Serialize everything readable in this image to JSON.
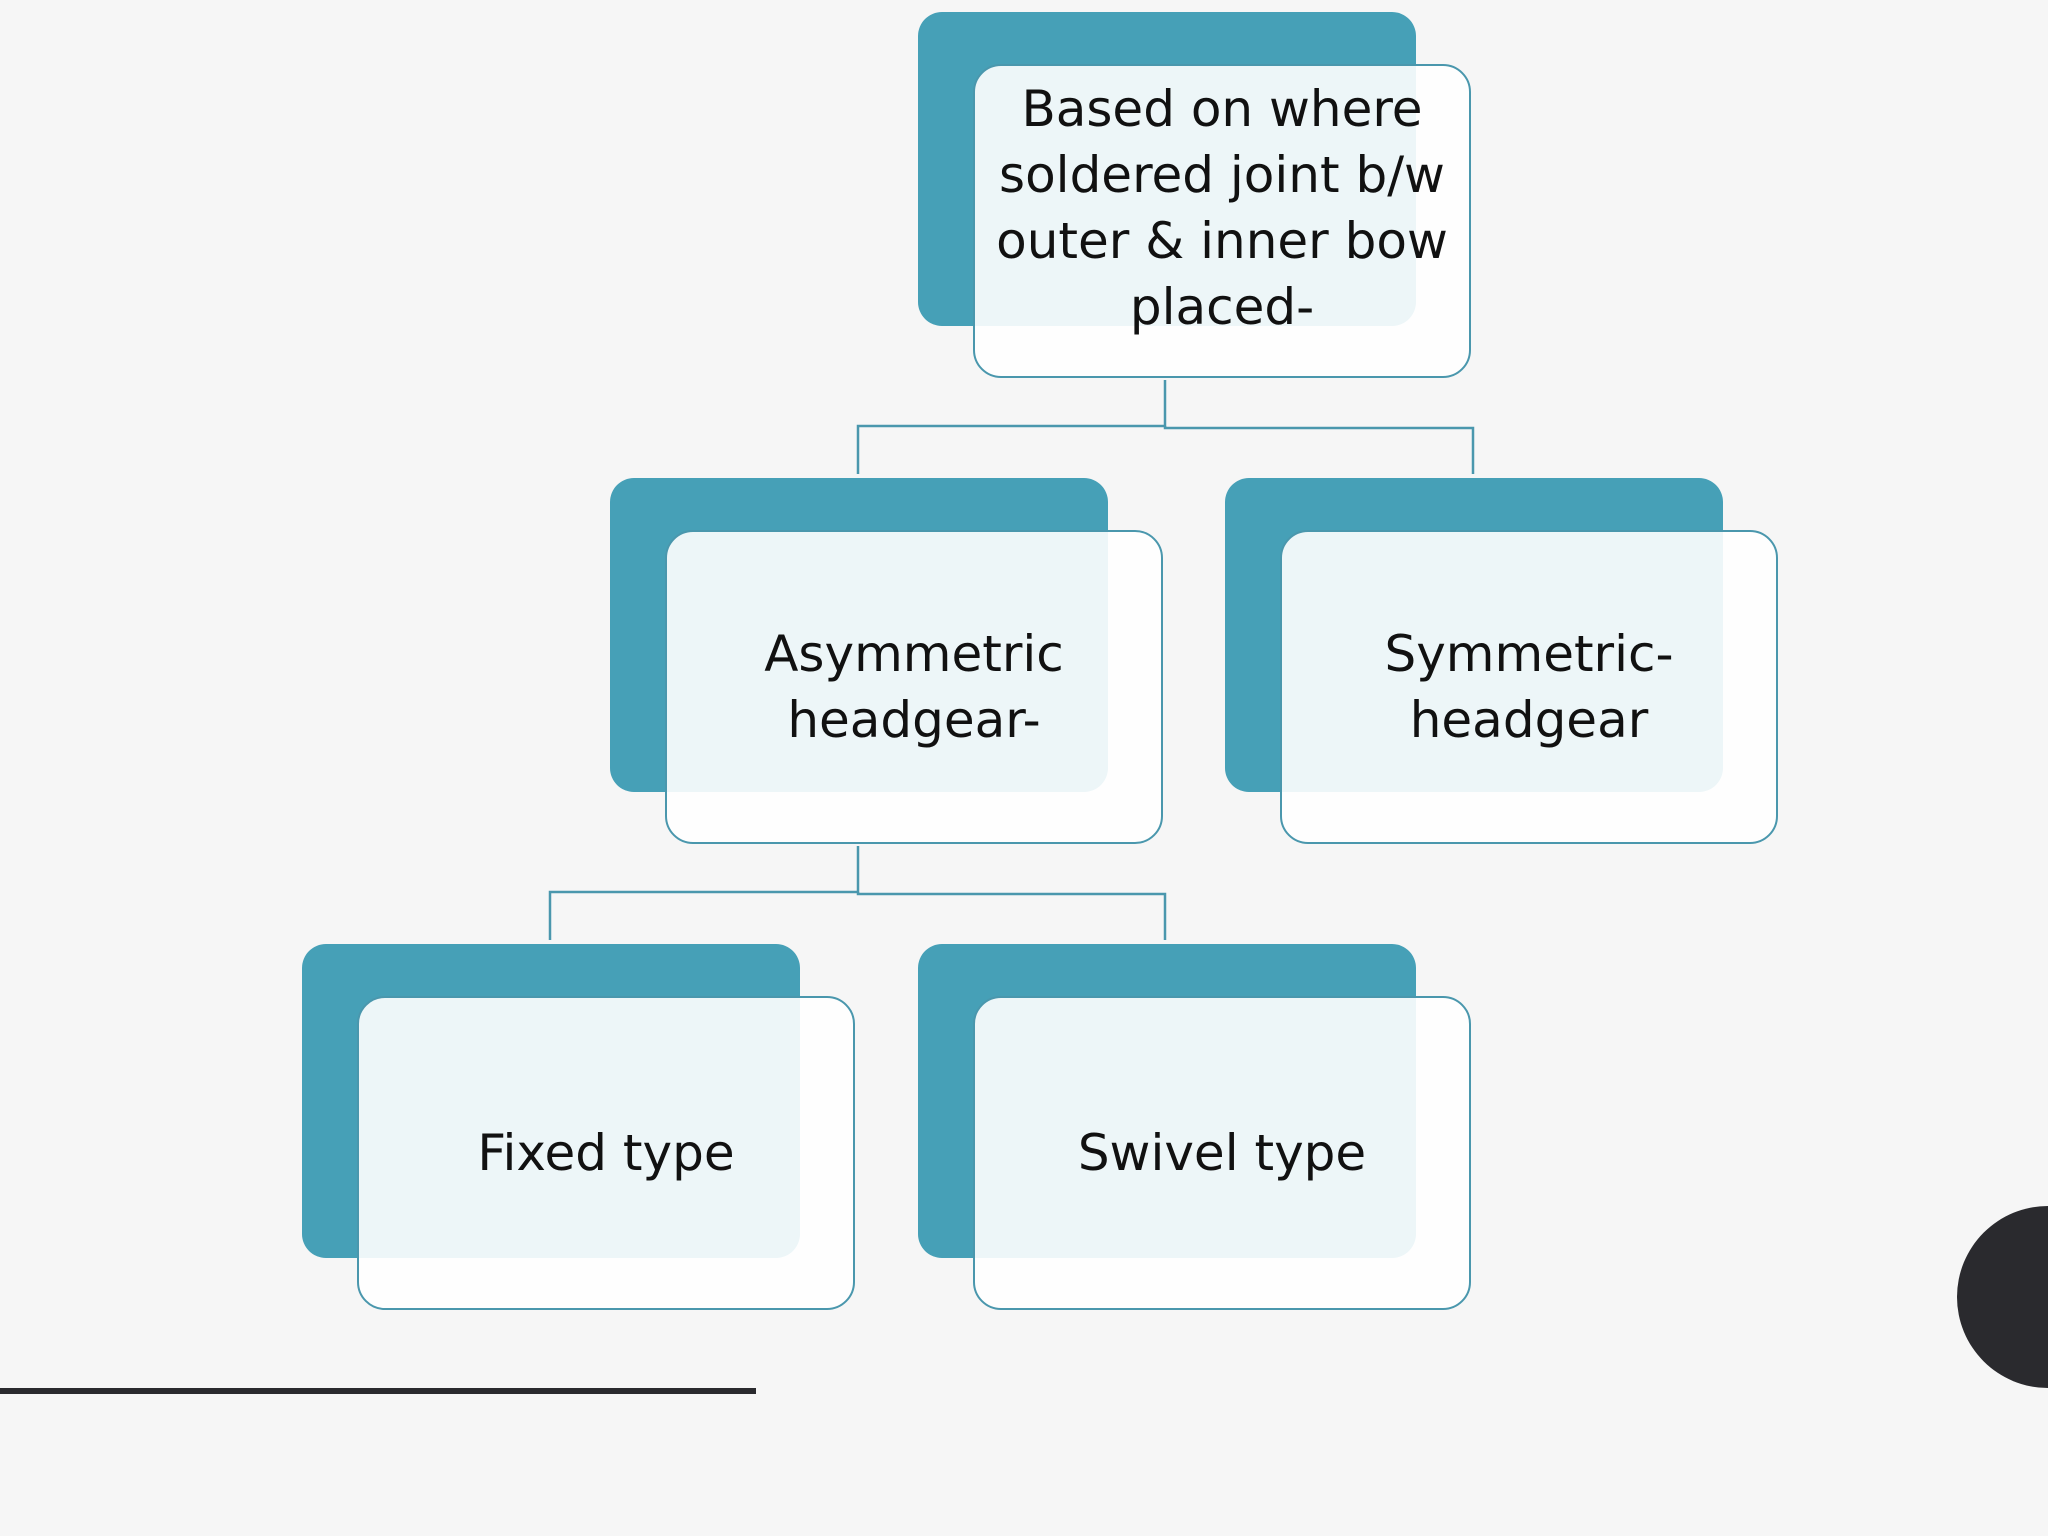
{
  "diagram": {
    "type": "hierarchy",
    "colors": {
      "back_card": "#46a0b7",
      "front_border": "#4a97ad",
      "connector": "#4a97ad",
      "text": "#111111",
      "background": "#f6f6f6",
      "accent_dark": "#2a2a2e"
    },
    "root": {
      "label": "Based on where soldered joint b/w outer & inner bow placed-"
    },
    "level2": [
      {
        "label": "Asymmetric headgear-"
      },
      {
        "label": "Symmetric- headgear"
      }
    ],
    "level3": [
      {
        "label": "Fixed type",
        "parent": "Asymmetric headgear-"
      },
      {
        "label": "Swivel type",
        "parent": "Asymmetric headgear-"
      }
    ]
  }
}
